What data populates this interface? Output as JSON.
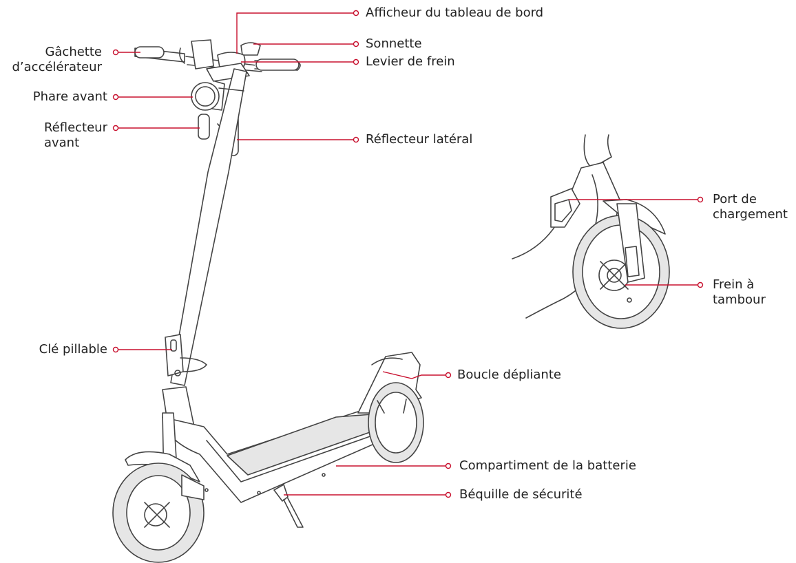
{
  "accent_color": "#c8102e",
  "line_color": "#444444",
  "deck_fill": "#e6e6e6",
  "labels": {
    "throttle_1": "Gâchette",
    "throttle_2": "d’accélérateur",
    "headlight": "Phare avant",
    "front_reflector_1": "Réflecteur",
    "front_reflector_2": "avant",
    "lock_key": "Clé pillable",
    "dashboard": "Afficheur du tableau de bord",
    "bell": "Sonnette",
    "brake_lever": "Levier de frein",
    "side_reflector": "Réflecteur latéral",
    "charging_port_1": "Port de",
    "charging_port_2": "chargement",
    "drum_brake_1": "Frein à",
    "drum_brake_2": "tambour",
    "folding_buckle": "Boucle dépliante",
    "battery": "Compartiment de la batterie",
    "kickstand": "Béquille de sécurité"
  }
}
